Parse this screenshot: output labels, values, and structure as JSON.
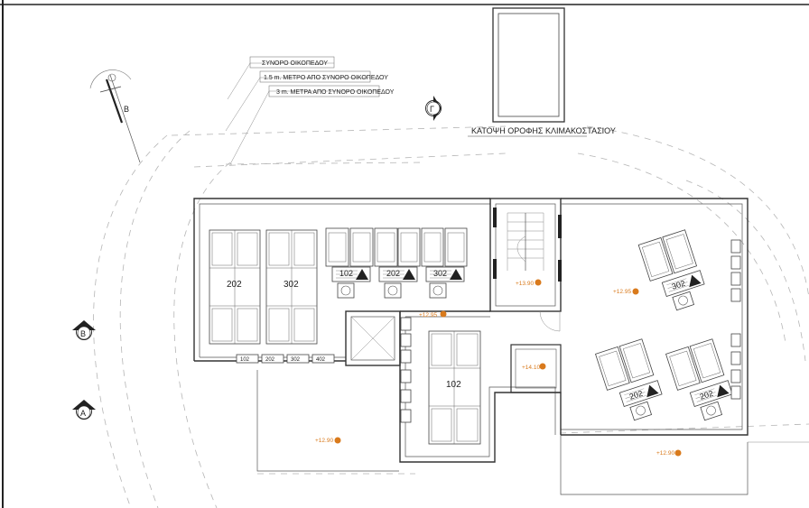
{
  "colors": {
    "line": "#333333",
    "level_marker": "#d97a1c",
    "dash": "#b5b5b5"
  },
  "legend": {
    "boundary": "ΣΥΝΟΡΟ ΟΙΚΟΠΕΔΟΥ",
    "offset_1_5": "1.5 m. ΜΕΤΡΟ ΑΠΟ ΣΥΝΟΡΟ ΟΙΚΟΠΕΔΟΥ",
    "offset_3": "3 m. ΜΕΤΡΑ ΑΠΟ ΣΥΝΟΡΟ ΟΙΚΟΠΕΔΟΥ"
  },
  "stair_roof": {
    "title": "ΚΑΤΟΨΗ ΟΡΟΦΗΣ ΚΛΙΜΑΚΟΣΤΑΣΙΟΥ"
  },
  "north": {
    "label": "Β"
  },
  "section_markers": {
    "gamma": "Γ",
    "beta": "Β",
    "alpha": "Α"
  },
  "solar_panels": {
    "left_array_a": "202",
    "left_array_b": "302",
    "center_array": "102"
  },
  "heaters": {
    "top_row": [
      "102",
      "202",
      "302"
    ],
    "right_top": "302",
    "right_bottom_a": "202",
    "right_bottom_b": "202"
  },
  "meters": [
    "102",
    "202",
    "302",
    "402"
  ],
  "levels": {
    "stair_landing": "+13.90",
    "center_top": "+12.95",
    "right_top": "+12.95",
    "stair_block": "+14.10",
    "bottom_left": "+12.90",
    "bottom_right": "+12.90"
  }
}
